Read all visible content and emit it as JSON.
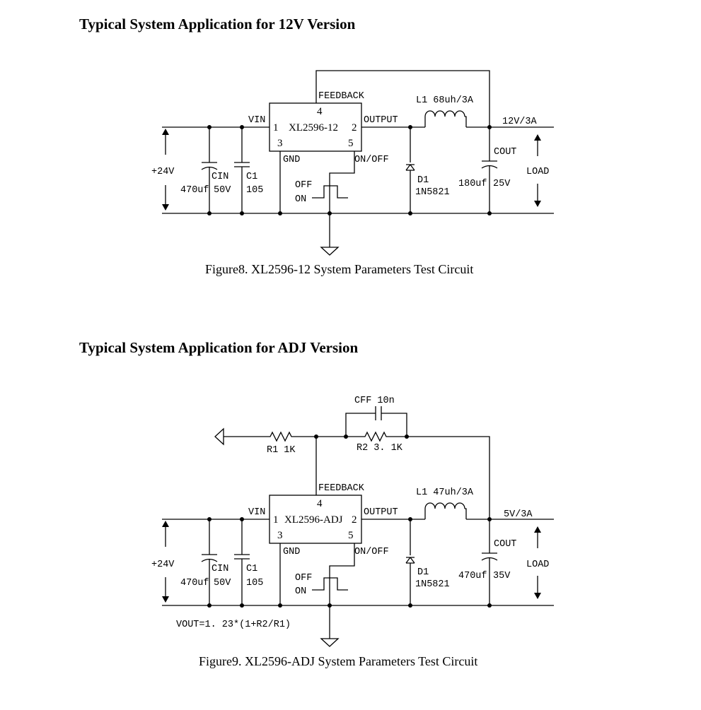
{
  "headings": {
    "h12": "Typical System Application for 12V Version",
    "adj": "Typical System Application for ADJ Version"
  },
  "fig8": {
    "chip": "XL2596-12",
    "pin1": "1",
    "pin2": "2",
    "pin3": "3",
    "pin4": "4",
    "pin5": "5",
    "vin": "VIN",
    "output": "OUTPUT",
    "feedback": "FEEDBACK",
    "gnd": "GND",
    "onoff": "ON/OFF",
    "l1": "L1  68uh/3A",
    "vout": "12V/3A",
    "cout": "COUT",
    "cout_val": "180uf",
    "cout_v": "25V",
    "load": "LOAD",
    "vsrc": "+24V",
    "cin": "CIN",
    "cin_val": "470uf",
    "cin_v": "50V",
    "c1": "C1",
    "c1_val": "105",
    "d1": "D1",
    "d1_part": "1N5821",
    "off": "OFF",
    "on": "ON",
    "caption": "Figure8. XL2596-12 System Parameters Test Circuit"
  },
  "fig9": {
    "chip": "XL2596-ADJ",
    "pin1": "1",
    "pin2": "2",
    "pin3": "3",
    "pin4": "4",
    "pin5": "5",
    "vin": "VIN",
    "output": "OUTPUT",
    "feedback": "FEEDBACK",
    "gnd": "GND",
    "onoff": "ON/OFF",
    "l1": "L1  47uh/3A",
    "vout": "5V/3A",
    "cout": "COUT",
    "cout_val": "470uf",
    "cout_v": "35V",
    "load": "LOAD",
    "vsrc": "+24V",
    "cin": "CIN",
    "cin_val": "470uf",
    "cin_v": "50V",
    "c1": "C1",
    "c1_val": "105",
    "d1": "D1",
    "d1_part": "1N5821",
    "off": "OFF",
    "on": "ON",
    "cff": "CFF  10n",
    "r1": "R1  1K",
    "r2": "R2  3. 1K",
    "formula": "VOUT=1. 23*(1+R2/R1)",
    "caption": "Figure9. XL2596-ADJ System Parameters Test Circuit"
  }
}
